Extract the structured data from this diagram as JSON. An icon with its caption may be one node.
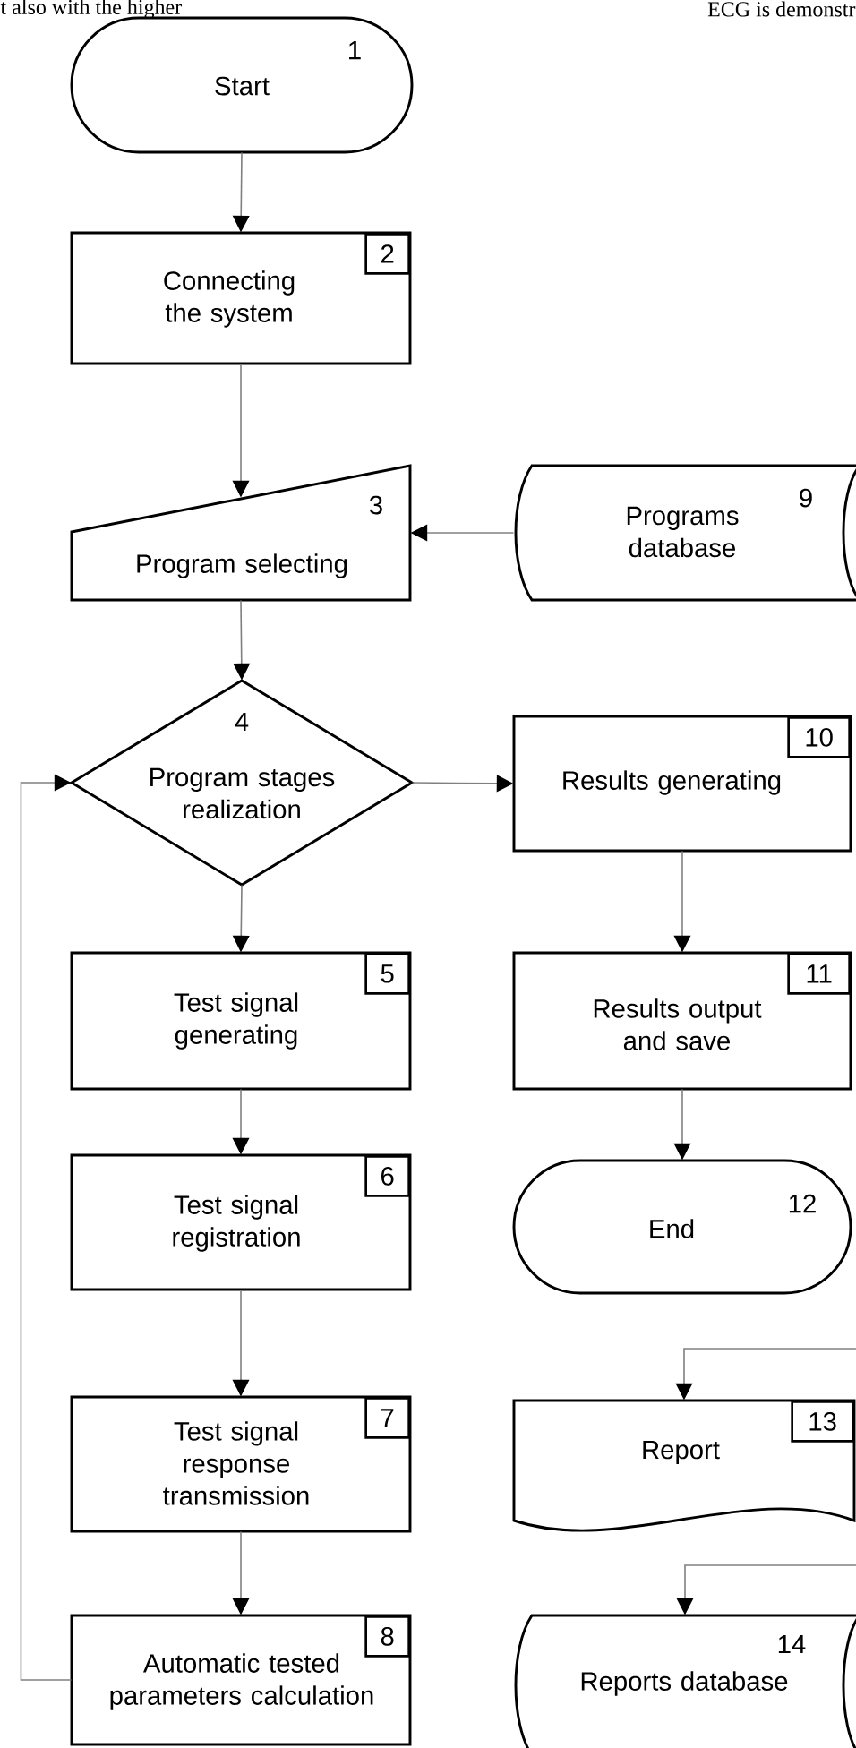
{
  "diagram": {
    "nodes": [
      {
        "text": [
          "1",
          "Start"
        ]
      },
      {
        "text": [
          "2",
          "Connecting the system"
        ]
      },
      {
        "text": [
          "3",
          "Program selecting"
        ]
      },
      {
        "text": [
          "4",
          "Program stages realization"
        ]
      },
      {
        "text": [
          "5",
          "Test signal generating"
        ]
      },
      {
        "text": [
          "6",
          "Test signal registration"
        ]
      },
      {
        "text": [
          "7",
          "Test signal response transmission"
        ]
      },
      {
        "text": [
          "8",
          "Automatic tested parameters calculation"
        ]
      },
      {
        "text": [
          "9",
          "Programs database"
        ]
      },
      {
        "text": [
          "10",
          "Results generating"
        ]
      },
      {
        "text": [
          "11",
          "Results output and save"
        ]
      },
      {
        "text": [
          "12",
          "End"
        ]
      },
      {
        "text": [
          "13",
          "Report"
        ]
      },
      {
        "text": [
          "14",
          "Reports database"
        ]
      }
    ],
    "edges": [
      {
        "from": 0,
        "to": 1,
        "arrow": "to"
      },
      {
        "from": 1,
        "to": 2,
        "arrow": "to"
      },
      {
        "from": 8,
        "to": 2,
        "arrow": "to"
      },
      {
        "from": 2,
        "to": 3,
        "arrow": "to"
      },
      {
        "from": 3,
        "to": 9,
        "arrow": "to"
      },
      {
        "from": 3,
        "to": 4,
        "arrow": "to"
      },
      {
        "from": 4,
        "to": 5,
        "arrow": "to"
      },
      {
        "from": 5,
        "to": 6,
        "arrow": "to"
      },
      {
        "from": 6,
        "to": 7,
        "arrow": "to"
      },
      {
        "from": 7,
        "to": 3,
        "arrow": "to"
      },
      {
        "from": 9,
        "to": 10,
        "arrow": "to"
      },
      {
        "from": 10,
        "to": 11,
        "arrow": "to"
      },
      {
        "from": null,
        "to": 12,
        "arrow": "to"
      },
      {
        "from": null,
        "to": 13,
        "arrow": "to"
      }
    ],
    "labels": [
      "t also with the higher",
      "ECG is demonstr"
    ]
  }
}
